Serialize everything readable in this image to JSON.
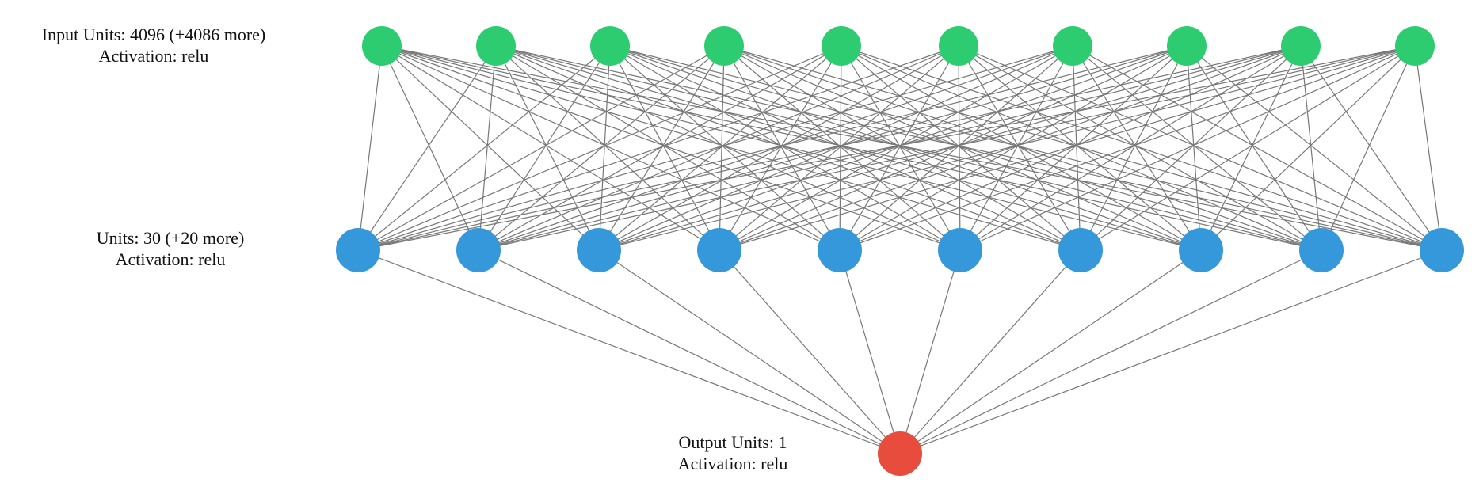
{
  "layers": [
    {
      "id": "input",
      "units_label": "Input Units: 4096 (+4086 more)",
      "activation_label": "Activation: relu",
      "shown_nodes": 10,
      "color": "#2ecc71"
    },
    {
      "id": "hidden",
      "units_label": "Units: 30 (+20 more)",
      "activation_label": "Activation: relu",
      "shown_nodes": 10,
      "color": "#3498db"
    },
    {
      "id": "output",
      "units_label": "Output Units: 1",
      "activation_label": "Activation: relu",
      "shown_nodes": 1,
      "color": "#e74c3c"
    }
  ],
  "edge_color": "#777777"
}
